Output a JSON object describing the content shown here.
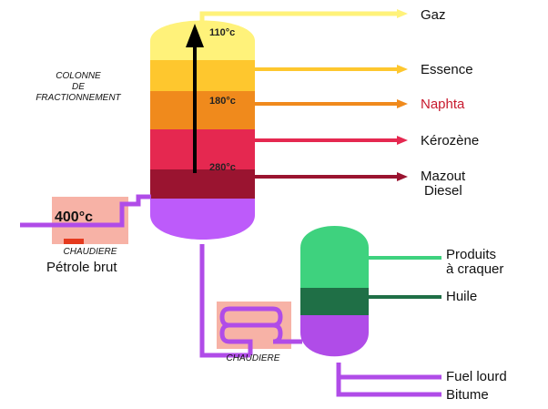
{
  "column": {
    "title": [
      "COLONNE",
      "DE",
      "FRACTIONNEMENT"
    ],
    "temps": {
      "top": "110°c",
      "mid": "180°c",
      "bottom": "280°c"
    },
    "outputs": [
      "Gaz",
      "Essence",
      "Naphta",
      "Kérozène",
      "Mazout",
      "Diesel"
    ]
  },
  "chaudiere1": {
    "temp": "400°c",
    "label": "CHAUDIERE",
    "input": "Pétrole brut"
  },
  "chaudiere2": {
    "label": "CHAUDIERE"
  },
  "column2": {
    "outputs": [
      "Produits",
      "à craquer",
      "Huile",
      "Fuel lourd",
      "Bitume"
    ]
  },
  "colors": {
    "gas": "#fff27a",
    "essence": "#fec72e",
    "naphta": "#f08a1c",
    "kero": "#e52850",
    "mazout": "#9a1430",
    "residue": "#bd5bfa",
    "pipe": "#b04ce8",
    "column2_top": "#3ed27e",
    "column2_mid": "#1f6f46",
    "column2_bottom": "#b04ce8",
    "furnace": "#f7b2a6",
    "naphta_text": "#c81a2e",
    "arrow": "#000000"
  }
}
